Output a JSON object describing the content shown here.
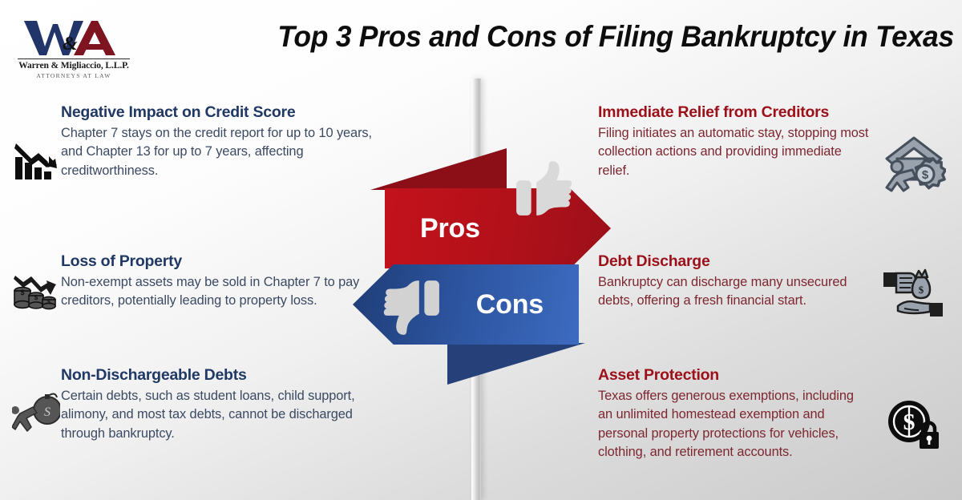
{
  "header": {
    "title": "Top 3 Pros and Cons of Filing Bankruptcy in Texas",
    "logo": {
      "monogram": "W&M",
      "firm_name": "Warren & Migliaccio, L.L.P.",
      "tagline": "ATTORNEYS AT LAW",
      "mark_colors": {
        "w": "#22356b",
        "amp": "#1a1a1a",
        "m": "#7d1420"
      }
    }
  },
  "banners": {
    "pros": {
      "label": "Pros",
      "icon": "thumbs-up-icon",
      "color": "#b5111a",
      "tail_color": "#8c0f17",
      "direction": "right"
    },
    "cons": {
      "label": "Cons",
      "icon": "thumbs-down-icon",
      "color": "#2d55a0",
      "tail_color": "#264179",
      "direction": "left"
    }
  },
  "colors": {
    "cons_heading": "#203864",
    "cons_body": "#3b4a63",
    "pros_heading": "#9c1019",
    "pros_body": "#7d2730",
    "background_top": "#ffffff",
    "background_bottom": "#c9c9c9",
    "divider": "#cccccc"
  },
  "cons_column": {
    "side": "left",
    "items": [
      {
        "heading": "Negative Impact on Credit Score",
        "body": "Chapter 7 stays on the credit report for up to 10 years, and Chapter 13 for up to 7 years, affecting creditworthiness.",
        "icon": "declining-bar-chart-icon"
      },
      {
        "heading": "Loss of Property",
        "body": "Non-exempt assets may be sold in Chapter 7 to pay creditors, potentially leading to property loss.",
        "icon": "declining-coin-stacks-icon"
      },
      {
        "heading": "Non-Dischargeable Debts",
        "body": " Certain debts, such as student loans, child support, alimony, and most tax debts, cannot be discharged through bankruptcy.",
        "icon": "person-carrying-debt-ball-icon"
      }
    ]
  },
  "pros_column": {
    "side": "right",
    "items": [
      {
        "heading": "Immediate Relief from Creditors",
        "body": "Filing initiates an automatic stay, stopping most collection actions and providing immediate relief.",
        "icon": "person-house-money-gear-icon"
      },
      {
        "heading": "Debt Discharge",
        "body": "Bankruptcy can discharge many unsecured debts, offering a fresh financial start.",
        "icon": "hand-giving-money-bag-icon"
      },
      {
        "heading": "Asset Protection",
        "body": "Texas offers generous exemptions, including an unlimited homestead exemption and personal property protections for vehicles, clothing, and retirement accounts.",
        "icon": "dollar-coin-padlock-icon"
      }
    ]
  }
}
